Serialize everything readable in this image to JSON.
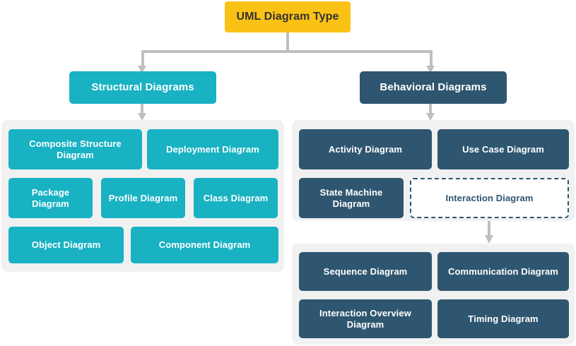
{
  "diagram": {
    "title": "UML Diagram Type",
    "root": {
      "label": "UML Diagram Type",
      "color": "#FBC216",
      "text_color": "#333333"
    },
    "branches": [
      {
        "id": "structural",
        "label": "Structural Diagrams",
        "color": "#18B2C3",
        "children": [
          {
            "label": "Composite Structure Diagram"
          },
          {
            "label": "Deployment Diagram"
          },
          {
            "label": "Package Diagram"
          },
          {
            "label": "Profile Diagram"
          },
          {
            "label": "Class Diagram"
          },
          {
            "label": "Object Diagram"
          },
          {
            "label": "Component Diagram"
          }
        ]
      },
      {
        "id": "behavioral",
        "label": "Behavioral Diagrams",
        "color": "#2F5670",
        "children": [
          {
            "label": "Activity Diagram"
          },
          {
            "label": "Use Case Diagram"
          },
          {
            "label": "State Machine Diagram"
          },
          {
            "label": "Interaction Diagram",
            "style": "dashed"
          }
        ],
        "sub_children": [
          {
            "label": "Sequence Diagram"
          },
          {
            "label": "Communication Diagram"
          },
          {
            "label": "Interaction Overview Diagram"
          },
          {
            "label": "Timing Diagram"
          }
        ]
      }
    ],
    "connector_color": "#BFBFBF",
    "panel_color": "#F1F1F1"
  }
}
